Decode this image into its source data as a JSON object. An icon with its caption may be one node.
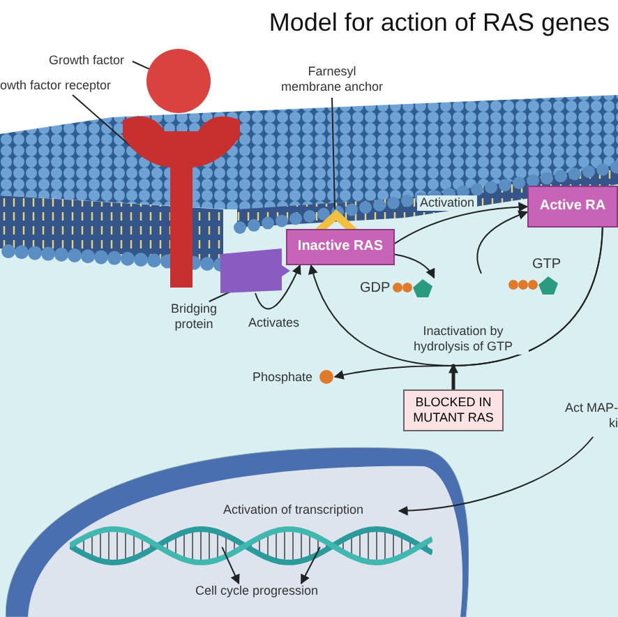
{
  "diagram": {
    "title": "Model for action of RAS genes",
    "nodes": [
      {
        "text": [
          "Growth factor"
        ]
      },
      {
        "text": [],
        "shape": "circle"
      },
      {
        "text": [
          "owth factor receptor"
        ]
      },
      {
        "text": [],
        "shape": "picture"
      },
      {
        "text": [
          "Farnesyl membrane anchor"
        ]
      },
      {
        "text": [],
        "shape": "picture"
      },
      {
        "text": [
          "Inactive RAS"
        ]
      },
      {
        "text": [
          "Active RA"
        ]
      },
      {
        "text": [
          "Bridging protein"
        ]
      },
      {
        "text": [],
        "shape": "box"
      },
      {
        "text": [
          "GDP"
        ]
      },
      {
        "text": [
          "GTP"
        ]
      },
      {
        "text": [
          "Phosphate"
        ]
      },
      {
        "text": [
          "BLOCKED IN MUTANT RAS"
        ]
      },
      {
        "text": [
          "Act MAP-ki"
        ]
      },
      {
        "text": [],
        "shape": "circle"
      },
      {
        "text": [
          "Activation of transcription"
        ],
        "in": 15
      },
      {
        "text": [],
        "shape": "picture",
        "in": 15
      },
      {
        "text": [
          "Cell cycle progression"
        ],
        "in": 15
      }
    ],
    "edges": [
      {
        "from": 0,
        "to": 1,
        "arrow": "none"
      },
      {
        "from": 2,
        "to": 3,
        "arrow": "none"
      },
      {
        "from": 4,
        "to": 5,
        "arrow": "none"
      },
      {
        "from": 8,
        "to": 9,
        "arrow": "none"
      },
      {
        "from": 9,
        "to": 6,
        "arrow": "to",
        "label": "Activates"
      },
      {
        "from": 6,
        "to": 7,
        "arrow": "to",
        "label": "Activation"
      },
      {
        "from": 6,
        "to": 10,
        "arrow": "to"
      },
      {
        "from": 11,
        "to": 7,
        "arrow": "to"
      },
      {
        "from": 7,
        "to": 6,
        "arrow": "to",
        "label": "Inactivation by hydrolysis of GTP"
      },
      {
        "from": 7,
        "to": 12,
        "arrow": "to"
      },
      {
        "from": 13,
        "to": null,
        "arrow": "to",
        "style": "thick"
      },
      {
        "from": 14,
        "to": 16,
        "arrow": "to"
      },
      {
        "from": 17,
        "to": 18,
        "arrow": "to"
      },
      {
        "from": 17,
        "to": 18,
        "arrow": "to"
      }
    ]
  }
}
